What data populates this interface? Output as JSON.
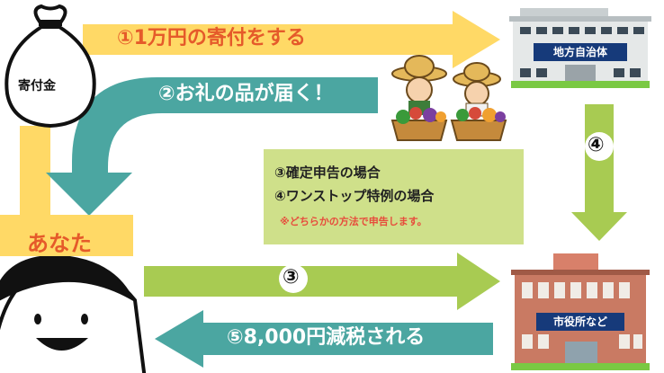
{
  "steps": {
    "step1": "①1万円の寄付をする",
    "step2": "②お礼の品が届く！",
    "step3_number": "③",
    "step4_number": "④",
    "step5": "⑤8,000円減税される"
  },
  "panel": {
    "line1": "③確定申告の場合",
    "line2": "④ワンストップ特例の場合",
    "note": "※どちらかの方法で申告します。"
  },
  "actors": {
    "bag_label": "寄付金",
    "you_label": "あなた",
    "local_gov_label": "地方自治体",
    "city_office_label": "市役所など"
  },
  "colors": {
    "yellow": "#ffd966",
    "teal": "#4ba6a1",
    "green": "#a8cb52",
    "panel_green": "#cfe08a",
    "orange_text": "#e55a2a",
    "note_red": "#e74c3c",
    "sign_navy": "#163a7a"
  },
  "icons": [
    "money-bag-icon",
    "smiling-face-icon",
    "government-building-icon",
    "city-office-building-icon",
    "farmers-with-vegetables-icon"
  ]
}
